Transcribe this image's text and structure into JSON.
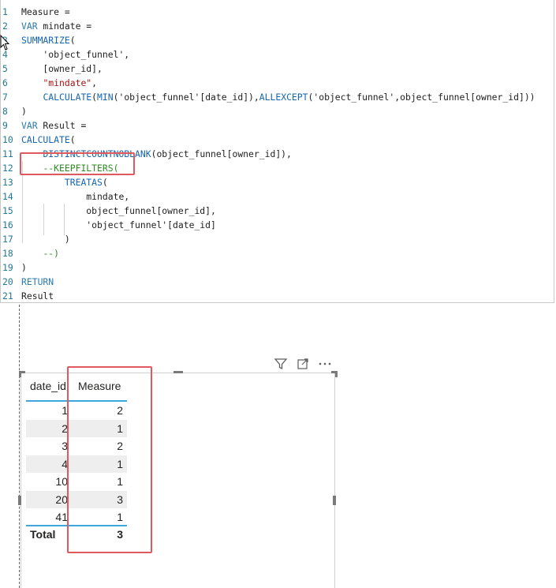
{
  "editor": {
    "lines": [
      {
        "n": "1",
        "code": "Measure ="
      },
      {
        "n": "2",
        "code": "VAR mindate ="
      },
      {
        "n": "3",
        "code": "SUMMARIZE("
      },
      {
        "n": "4",
        "code": "    'object_funnel',"
      },
      {
        "n": "5",
        "code": "    [owner_id],"
      },
      {
        "n": "6",
        "code": "    \"mindate\","
      },
      {
        "n": "7",
        "code": "    CALCULATE(MIN('object_funnel'[date_id]),ALLEXCEPT('object_funnel',object_funnel[owner_id]))"
      },
      {
        "n": "8",
        "code": ")"
      },
      {
        "n": "9",
        "code": "VAR Result ="
      },
      {
        "n": "10",
        "code": "CALCULATE("
      },
      {
        "n": "11",
        "code": "    DISTINCTCOUNTNOBLANK(object_funnel[owner_id]),"
      },
      {
        "n": "12",
        "code": "    --KEEPFILTERS("
      },
      {
        "n": "13",
        "code": "        TREATAS("
      },
      {
        "n": "14",
        "code": "            mindate,"
      },
      {
        "n": "15",
        "code": "            object_funnel[owner_id],"
      },
      {
        "n": "16",
        "code": "            'object_funnel'[date_id]"
      },
      {
        "n": "17",
        "code": "        )"
      },
      {
        "n": "18",
        "code": "    --)"
      },
      {
        "n": "19",
        "code": ")"
      },
      {
        "n": "20",
        "code": "RETURN"
      },
      {
        "n": "21",
        "code": "Result"
      }
    ]
  },
  "visual_header": {
    "icons": [
      "filter-icon",
      "focus-mode-icon",
      "more-options-icon"
    ]
  },
  "table": {
    "columns": [
      "date_id",
      "Measure"
    ],
    "rows": [
      {
        "date_id": "1",
        "measure": "2"
      },
      {
        "date_id": "2",
        "measure": "1"
      },
      {
        "date_id": "3",
        "measure": "2"
      },
      {
        "date_id": "4",
        "measure": "1"
      },
      {
        "date_id": "10",
        "measure": "1"
      },
      {
        "date_id": "20",
        "measure": "3"
      },
      {
        "date_id": "41",
        "measure": "1"
      }
    ],
    "total_label": "Total",
    "total_value": "3"
  },
  "colors": {
    "annotation": "#e0595f",
    "keyword": "#2a7ab0",
    "string": "#a31515",
    "comment": "#2e8b22",
    "line_number": "#237893",
    "table_accent": "#3fa7e0"
  }
}
